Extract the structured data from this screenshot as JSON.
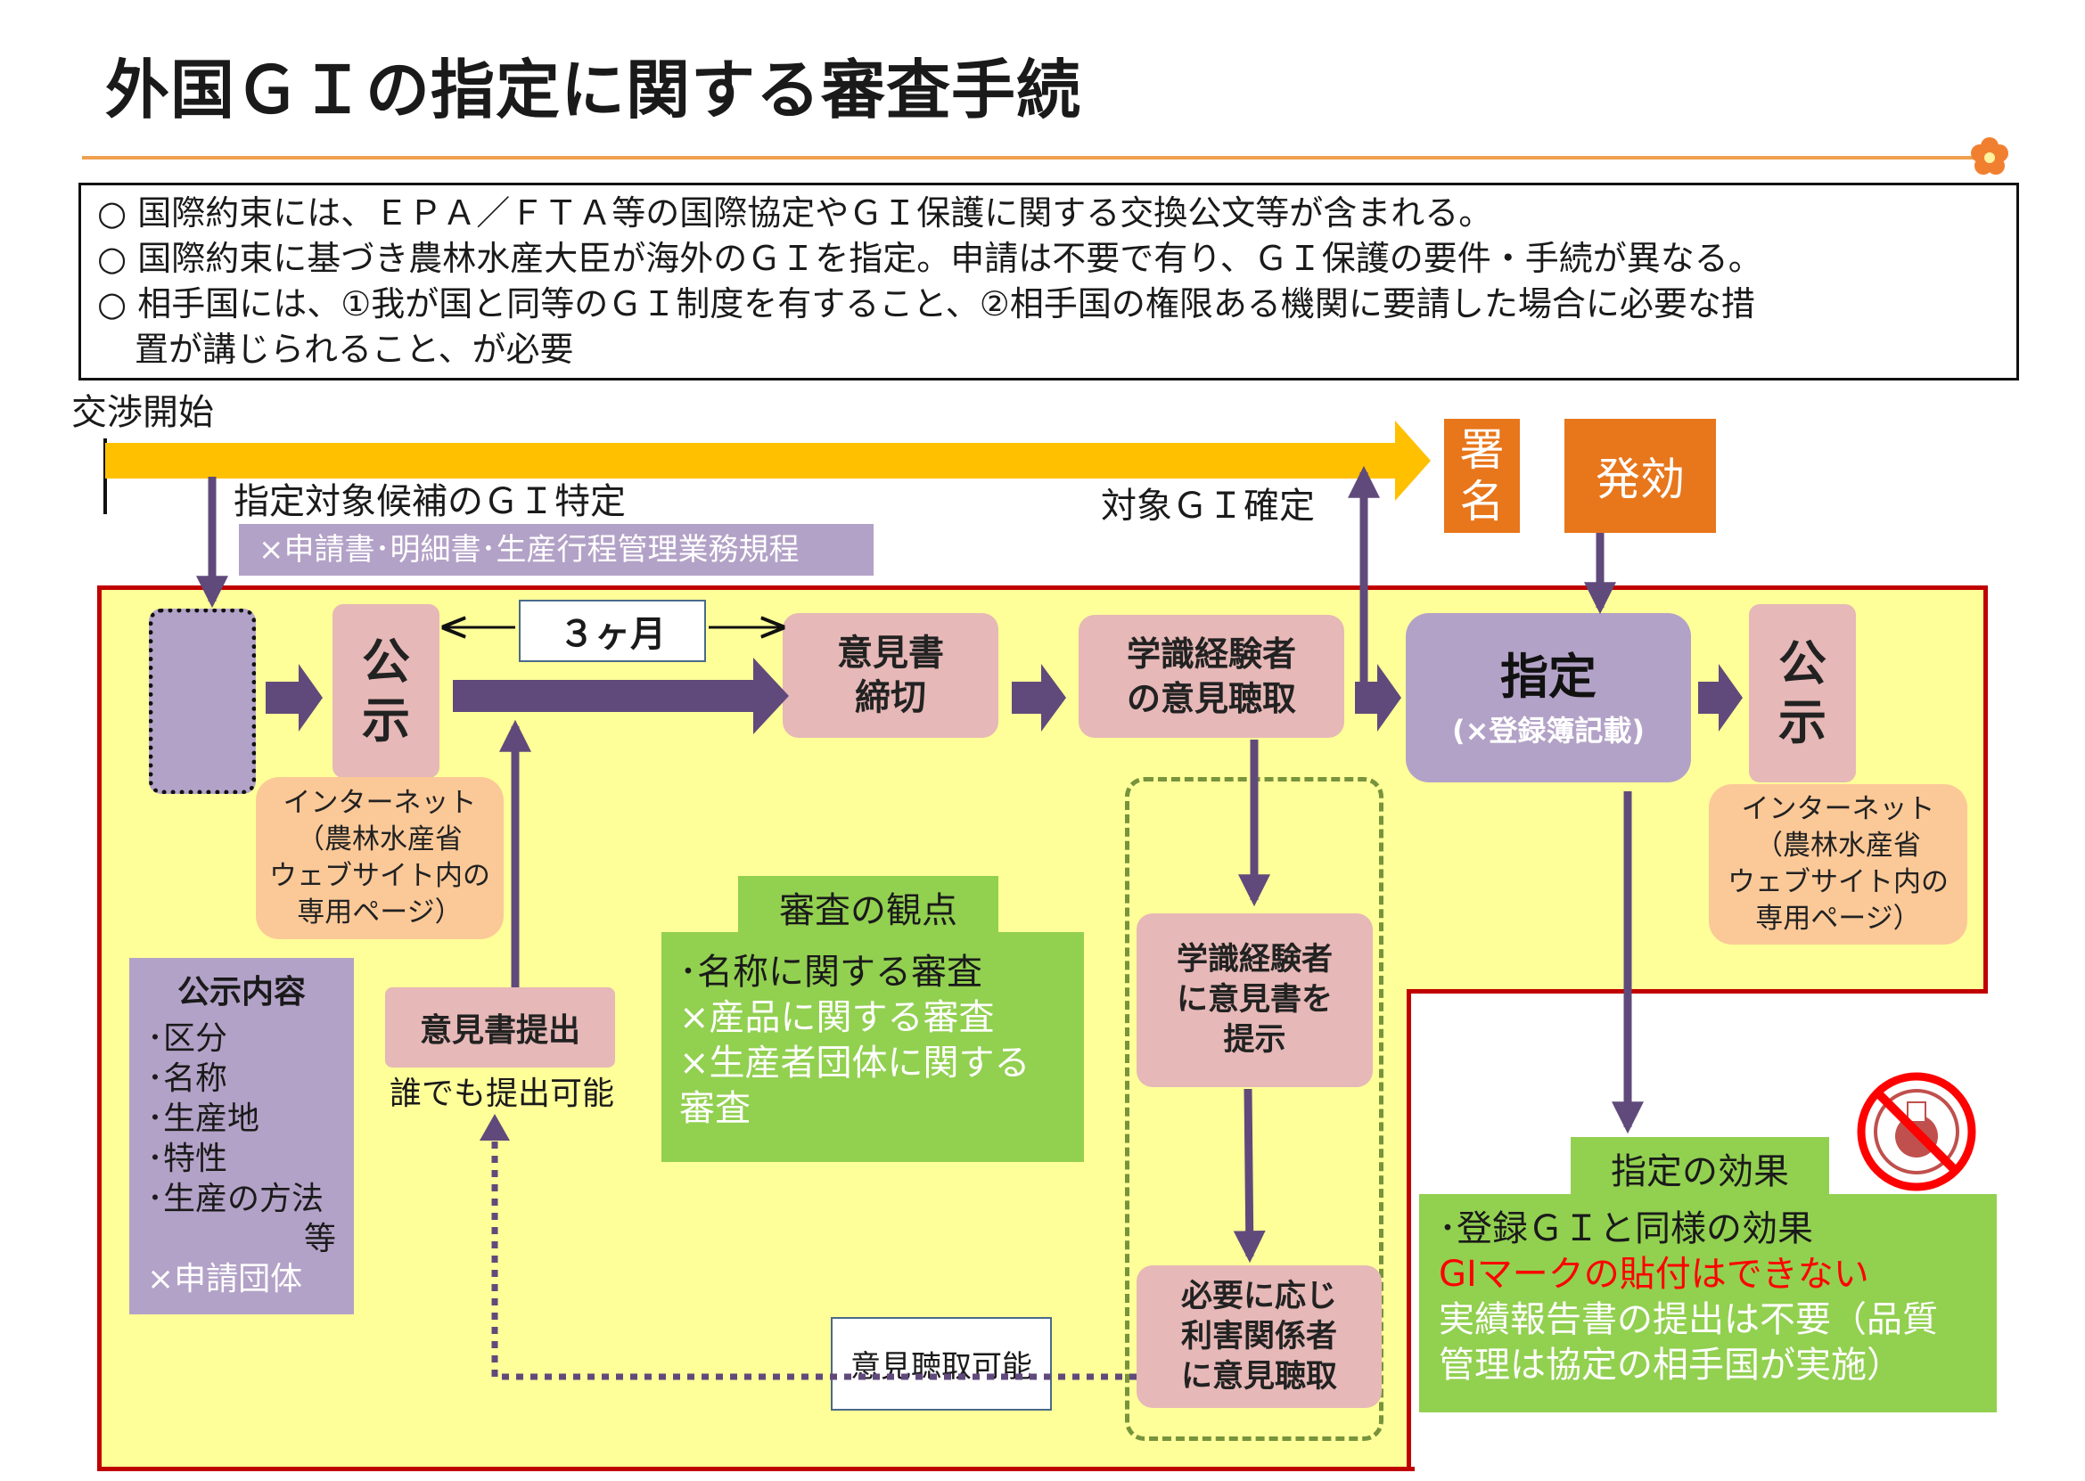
{
  "title": "外国ＧＩの指定に関する審査手続",
  "intro": {
    "line1": "○ 国際約束には、ＥＰＡ／ＦＴＡ等の国際協定やＧＩ保護に関する交換公文等が含まれる。",
    "line2": "○ 国際約束に基づき農林水産大臣が海外のＧＩを指定。申請は不要で有り、ＧＩ保護の要件・手続が異なる。",
    "line3": "○ 相手国には、①我が国と同等のＧＩ制度を有すること、②相手国の権限ある機関に要請した場合に必要な措",
    "line4": "置が講じられること、が必要"
  },
  "timeline": {
    "start_label": "交渉開始",
    "candidate_label": "指定対象候補のＧＩ特定",
    "candidate_note": "×申請書･明細書･生産行程管理業務規程",
    "confirm_label": "対象ＧＩ確定",
    "sign_label_1": "署",
    "sign_label_2": "名",
    "effect_label": "発効"
  },
  "flow": {
    "notice_1": "公",
    "notice_2": "示",
    "period_label": "３ヶ月",
    "deadline_1": "意見書",
    "deadline_2": "締切",
    "expert_1": "学識経験者",
    "expert_2": "の意見聴取",
    "designate": "指定",
    "designate_note": "(×登録簿記載)",
    "notice2_1": "公",
    "notice2_2": "示",
    "internet_1": [
      "インターネット",
      "（農林水産省",
      "ウェブサイト内の",
      "専用ページ）"
    ],
    "internet_2": [
      "インターネット",
      "（農林水産省",
      "ウェブサイト内の",
      "専用ページ）"
    ],
    "opinion_submit": "意見書提出",
    "anyone": "誰でも提出可能",
    "expert_submit": [
      "学識経験者",
      "に意見書を",
      "提示"
    ],
    "stakeholder": [
      "必要に応じ",
      "利害関係者",
      "に意見聴取"
    ],
    "hearing_possible": "意見聴取可能"
  },
  "notice_contents": {
    "heading": "公示内容",
    "items": [
      "･区分",
      "･名称",
      "･生産地",
      "･特性",
      "･生産の方法",
      "等",
      "×申請団体"
    ]
  },
  "review": {
    "heading": "審査の観点",
    "line1": "･名称に関する審査",
    "line2": "×産品に関する審査",
    "line3": "×生産者団体に関する",
    "line4": "審査"
  },
  "effect": {
    "heading": "指定の効果",
    "line1": "･登録ＧＩと同様の効果",
    "line2": "GIマークの貼付はできない",
    "line3": "実績報告書の提出は不要（品質",
    "line4": "管理は協定の相手国が実施）"
  },
  "colors": {
    "accent_orange": "#e8761b",
    "timeline_yellow": "#ffc000",
    "frame_red": "#c00000",
    "area_yellow": "#ffff99",
    "arrow_purple": "#604a7b",
    "pink": "#e6b8b7",
    "peach": "#fbc998",
    "lavender": "#b3a2c7",
    "green": "#92d050",
    "warning_red": "#ff0000"
  }
}
